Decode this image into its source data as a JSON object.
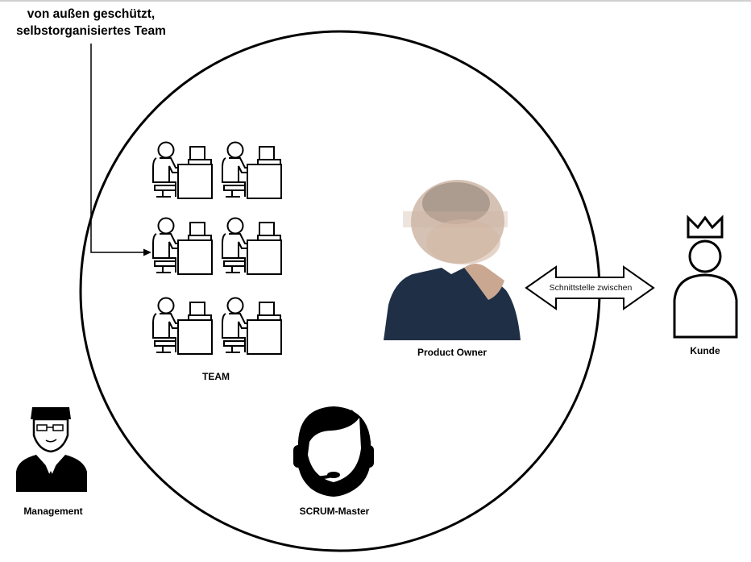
{
  "annotation": {
    "line1": "von außen geschützt,",
    "line2": "selbstorganisiertes Team"
  },
  "team": {
    "label": "TEAM",
    "icon": "worker-at-computer-icon",
    "count": 6
  },
  "product_owner": {
    "label": "Product Owner",
    "icon": "person-photo-blurred"
  },
  "interface_arrow": {
    "label": "Schnittstelle zwischen",
    "icon": "double-arrow-icon"
  },
  "customer": {
    "label": "Kunde",
    "icon": "king-icon"
  },
  "management": {
    "label": "Management",
    "icon": "manager-icon"
  },
  "scrum_master": {
    "label": "SCRUM-Master",
    "icon": "headset-person-icon"
  },
  "colors": {
    "stroke": "#000000",
    "background": "#ffffff",
    "photo_shirt": "#1f2f45"
  }
}
